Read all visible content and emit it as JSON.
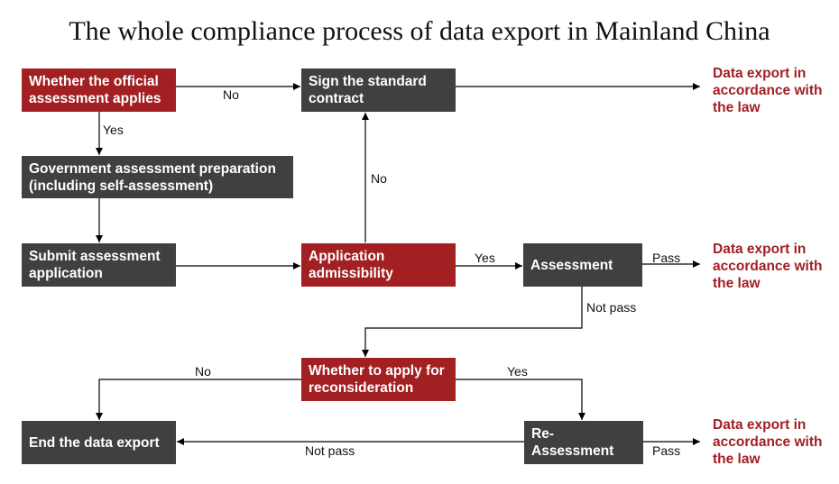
{
  "title": "The whole compliance process of data export in Mainland China",
  "nodes": {
    "official": "Whether the official assessment applies",
    "contract": "Sign the standard contract",
    "prep": "Government assessment preparation (including self-assessment)",
    "submit": "Submit assessment application",
    "admissibility": "Application admissibility",
    "assessment": "Assessment",
    "reconsider": "Whether to apply for reconsideration",
    "end": "End the data export",
    "reassess": "Re-Assessment"
  },
  "outcome": "Data export in accordance with the law",
  "edge_labels": {
    "no": "No",
    "yes": "Yes",
    "pass": "Pass",
    "not_pass": "Not pass"
  },
  "colors": {
    "dark": "#404040",
    "red": "#a21f22"
  }
}
